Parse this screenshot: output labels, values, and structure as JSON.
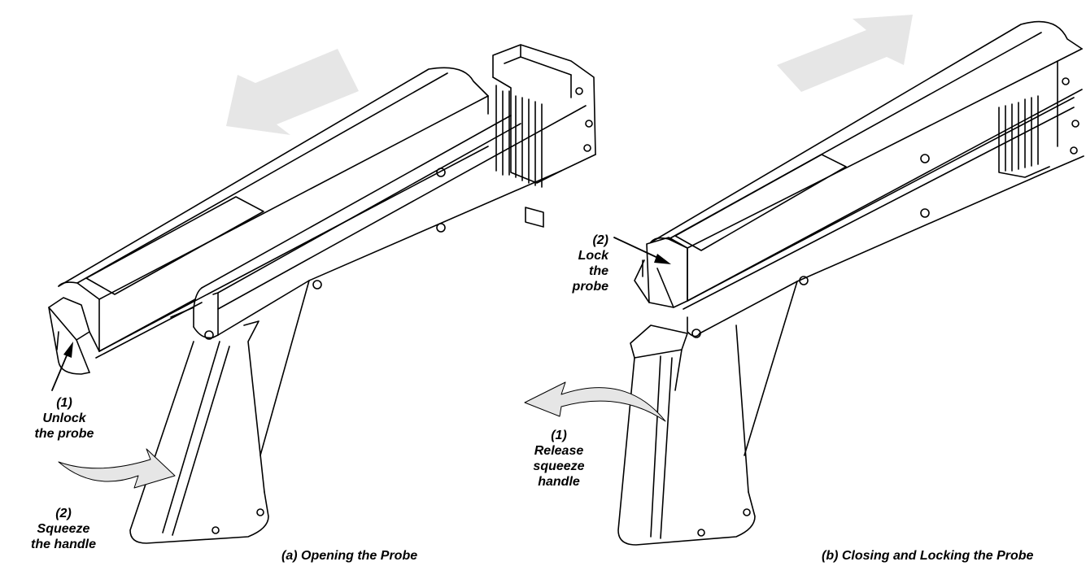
{
  "panel_a": {
    "caption": "(a)  Opening the Probe",
    "step1": {
      "number": "(1)",
      "line1": "Unlock",
      "line2": "the probe"
    },
    "step2": {
      "number": "(2)",
      "line1": "Squeeze",
      "line2": "the handle"
    }
  },
  "panel_b": {
    "caption": "(b)  Closing and Locking the Probe",
    "step1": {
      "number": "(1)",
      "line1": "Release",
      "line2": "squeeze",
      "line3": "handle"
    },
    "step2": {
      "number": "(2)",
      "line1": "Lock",
      "line2": "the",
      "line3": "probe"
    }
  },
  "colors": {
    "line": "#000000",
    "arrow_fill": "#e6e6e6",
    "background": "#ffffff"
  }
}
